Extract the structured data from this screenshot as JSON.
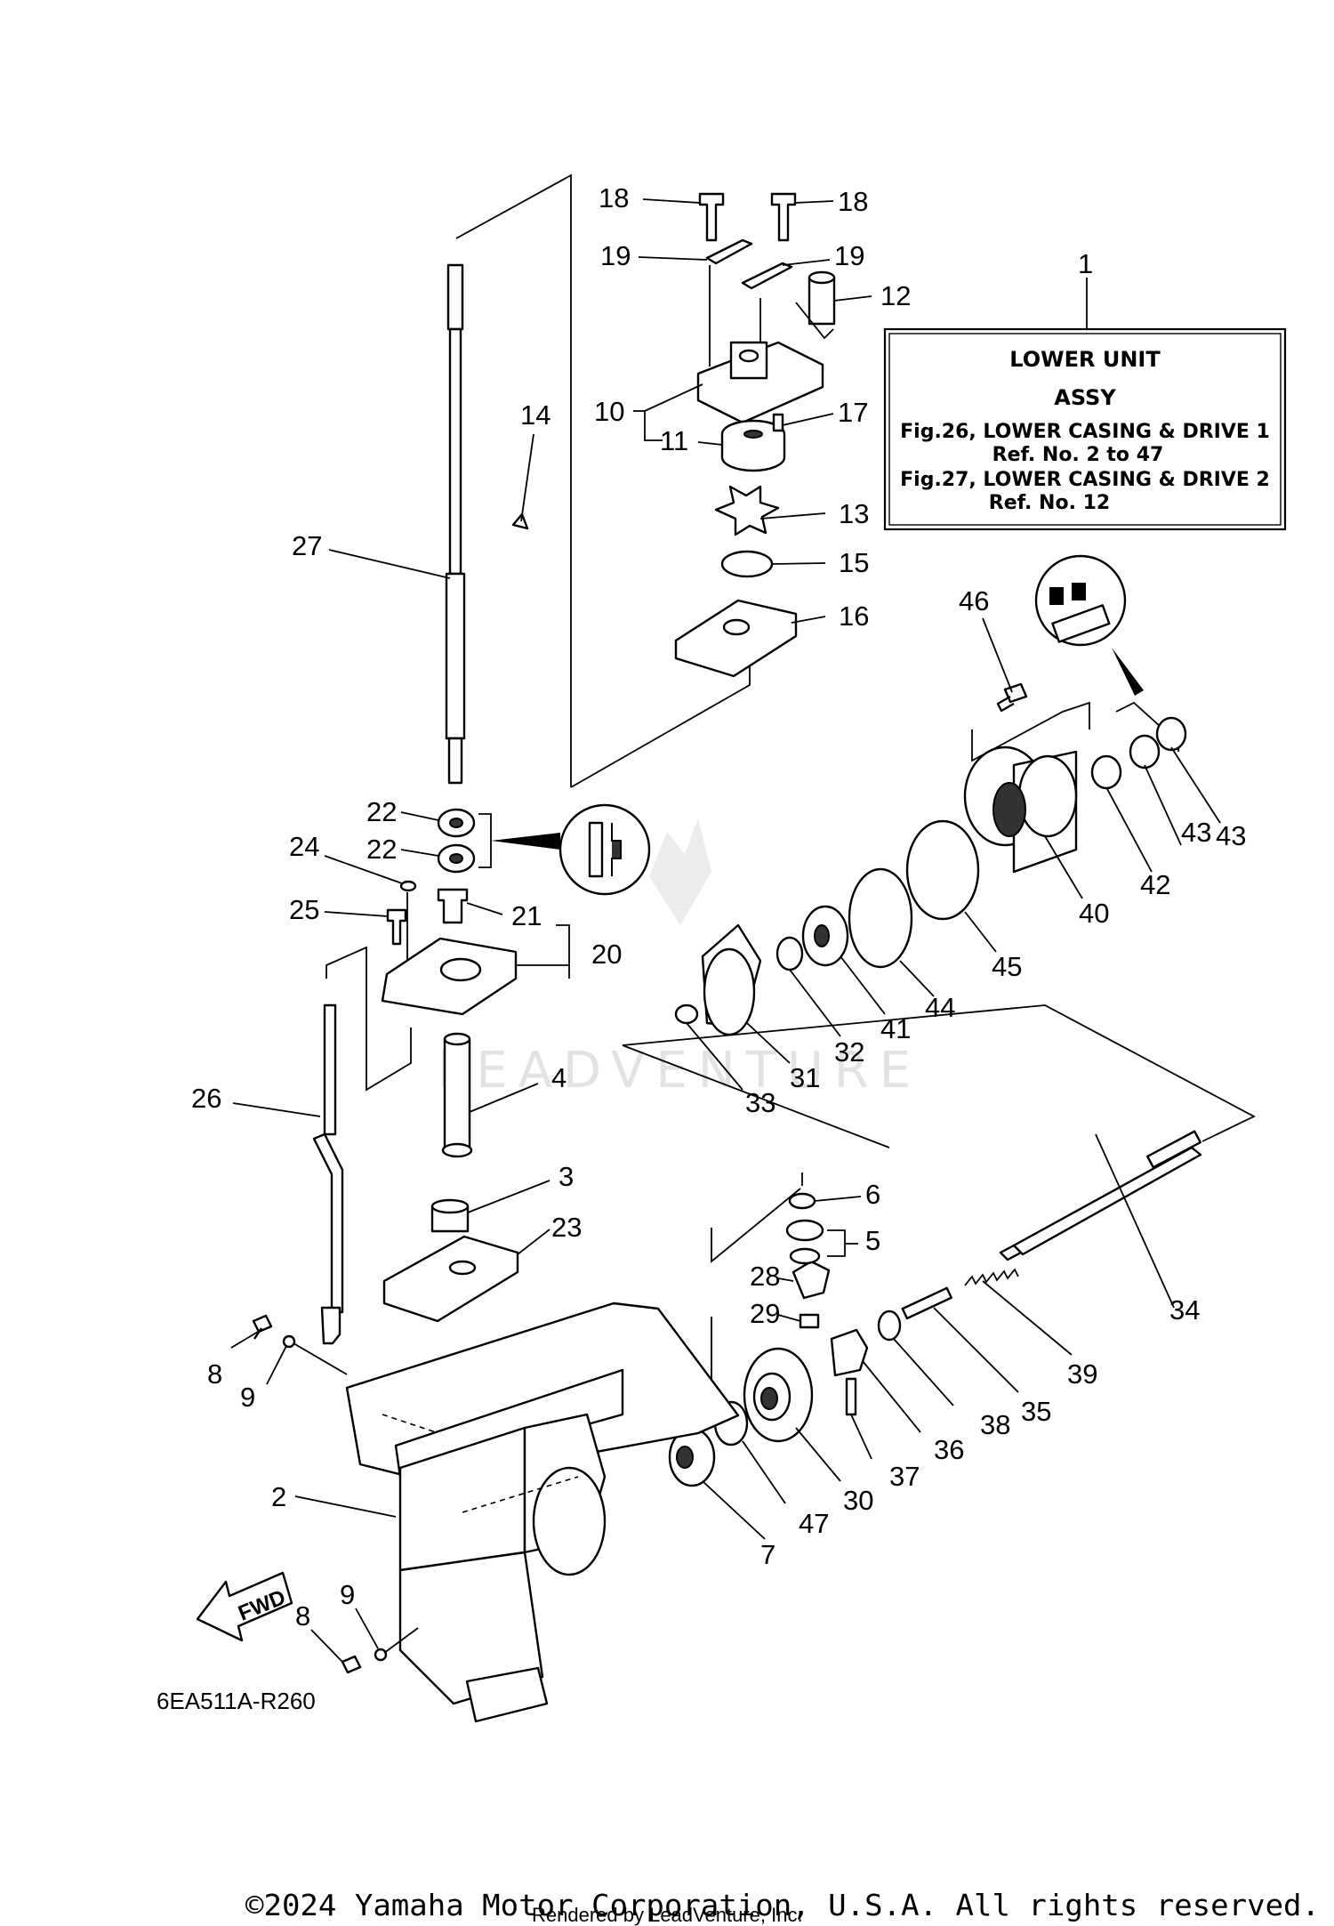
{
  "diagram": {
    "diagram_code": "6EA511A-R260",
    "fwd_label": "FWD",
    "copyright": "©2024 Yamaha Motor Corporation, U.S.A. All rights reserved.",
    "rendered_by": "Rendered by LeadVenture, Inc.",
    "watermark": "LEADVENTURE",
    "assy_box": {
      "ref_number": "1",
      "line1": "LOWER UNIT",
      "line2": "ASSY",
      "line3": "Fig.26, LOWER CASING & DRIVE 1",
      "line4": "Ref. No. 2 to 47",
      "line5": "Fig.27, LOWER CASING & DRIVE 2",
      "line6": "Ref. No. 12"
    },
    "part_labels": [
      "18",
      "18",
      "19",
      "19",
      "12",
      "10",
      "11",
      "17",
      "14",
      "13",
      "27",
      "15",
      "16",
      "46",
      "22",
      "22",
      "24",
      "21",
      "25",
      "20",
      "43",
      "43",
      "42",
      "40",
      "45",
      "44",
      "41",
      "32",
      "31",
      "33",
      "26",
      "4",
      "3",
      "6",
      "5",
      "23",
      "28",
      "29",
      "34",
      "39",
      "8",
      "9",
      "35",
      "38",
      "36",
      "37",
      "30",
      "47",
      "2",
      "7",
      "8",
      "9"
    ],
    "colors": {
      "line": "#000000",
      "paper": "#ffffff",
      "watermark": "#e2e2e2"
    }
  }
}
